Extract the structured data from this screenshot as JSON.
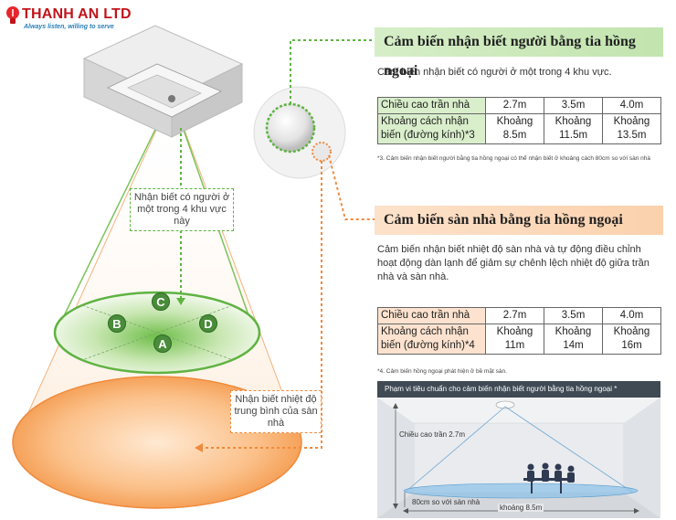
{
  "logo": {
    "title": "THANH AN LTD",
    "tagline": "Always listen, willing to serve"
  },
  "callouts": {
    "presence": "Nhận biết có người ở một trong 4 khu vực này",
    "floor": "Nhận biết nhiệt độ trung bình của sàn nhà"
  },
  "zones": [
    "A",
    "B",
    "C",
    "D"
  ],
  "section1": {
    "title": "Cảm biến nhận biết người bằng tia hồng ngoại",
    "description": "Cảm biến nhận biết có người ở một trong 4 khu vực.",
    "table": {
      "row1_label": "Chiều cao trần nhà",
      "row1_values": [
        "2.7m",
        "3.5m",
        "4.0m"
      ],
      "row2_label": "Khoảng cách nhận biến (đường kính)*3",
      "row2_values": [
        "Khoảng 8.5m",
        "Khoảng 11.5m",
        "Khoảng 13.5m"
      ]
    },
    "note": "*3. Cảm biến nhận biết người bằng tia hồng ngoại có thể nhận biết ở khoảng cách 80cm so với sàn nhà"
  },
  "section2": {
    "title": "Cảm biến sàn nhà bằng tia hồng ngoại",
    "description": "Cảm biến nhận biết nhiệt độ sàn nhà và tự động điều chỉnh hoạt động dàn lạnh để giảm sự chênh lệch nhiệt độ giữa trần nhà và sàn nhà.",
    "table": {
      "row1_label": "Chiều cao trần nhà",
      "row1_values": [
        "2.7m",
        "3.5m",
        "4.0m"
      ],
      "row2_label": "Khoảng cách nhận biến (đường kính)*4",
      "row2_values": [
        "Khoảng 11m",
        "Khoảng 14m",
        "Khoảng 16m"
      ]
    },
    "note": "*4. Cảm biến hồng ngoại phát hiện ở bề mặt sàn."
  },
  "diagram": {
    "title": "Phạm vi tiêu chuẩn cho cảm biến nhận biết người bằng tia hồng ngoại *",
    "ceiling_label": "Chiều cao trần 2.7m",
    "floor_offset_label": "80cm so với sàn nhà",
    "width_label": "khoảng 8.5m"
  },
  "colors": {
    "green": "#5fb342",
    "orange": "#f08a3c",
    "brand_red": "#c0141b",
    "brand_blue": "#2a7fb8"
  }
}
